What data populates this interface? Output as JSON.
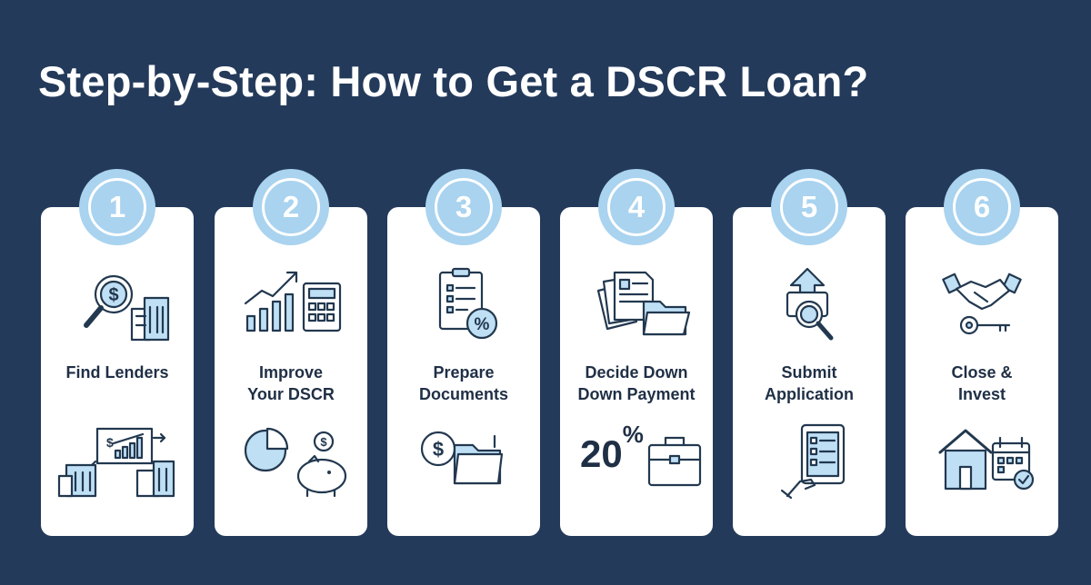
{
  "title": "Step-by-Step: How to Get a DSCR Loan?",
  "steps": [
    {
      "number": "1",
      "label_lines": [
        "Find Lenders"
      ]
    },
    {
      "number": "2",
      "label_lines": [
        "Improve",
        "Your DSCR"
      ]
    },
    {
      "number": "3",
      "label_lines": [
        "Prepare",
        "Documents"
      ]
    },
    {
      "number": "4",
      "label_lines": [
        "Decide Down",
        "Down Payment"
      ],
      "percent_value": "20",
      "percent_sign": "%"
    },
    {
      "number": "5",
      "label_lines": [
        "Submit",
        "Application"
      ]
    },
    {
      "number": "6",
      "label_lines": [
        "Close &",
        "Invest"
      ]
    }
  ],
  "icons": {
    "step1": [
      "magnifier-dollar-icon",
      "buildings-chart-icon"
    ],
    "step2": [
      "growth-chart-calculator-icon",
      "pie-chart-piggy-bank-icon"
    ],
    "step3": [
      "clipboard-percent-icon",
      "dollar-folder-icon"
    ],
    "step4": [
      "documents-folder-icon",
      "briefcase-icon"
    ],
    "step5": [
      "upload-magnifier-icon",
      "tablet-checklist-icon"
    ],
    "step6": [
      "handshake-key-icon",
      "house-calendar-icon"
    ]
  },
  "colors": {
    "background": "#233a5a",
    "badge": "#a9d3ef",
    "accent_fill": "#bfdff4",
    "text_dark": "#1f2f45"
  }
}
